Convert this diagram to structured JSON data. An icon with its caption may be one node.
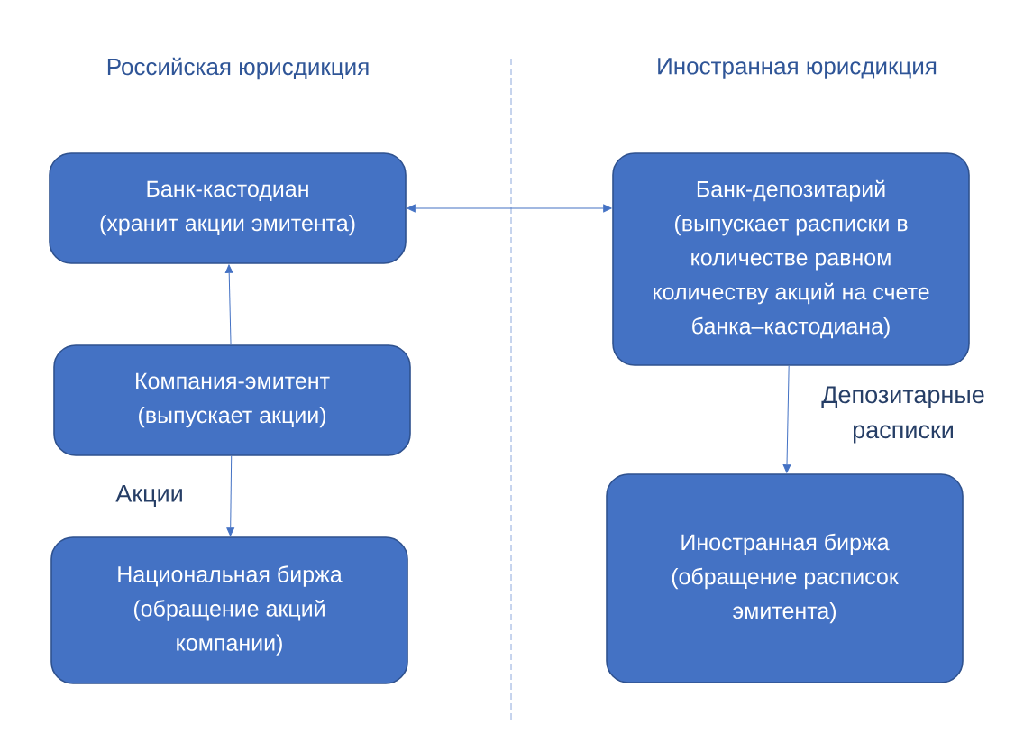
{
  "diagram": {
    "nodes": [
      {
        "text": [
          "Банк-кастодиан",
          "(хранит акции эмитента)"
        ]
      },
      {
        "text": [
          "Банк-депозитарий",
          "(выпускает расписки в количестве равном количеству акций на счете банка–кастодиана)"
        ]
      },
      {
        "text": [
          "Компания-эмитент",
          "(выпускает акции)"
        ]
      },
      {
        "text": [
          "Национальная биржа",
          "(обращение акций компании)"
        ]
      },
      {
        "text": [
          "Иностранная биржа",
          "(обращение расписок эмитента)"
        ]
      }
    ],
    "edges": [
      {
        "from": 0,
        "to": 1,
        "arrow": "both"
      },
      {
        "from": 2,
        "to": 0,
        "arrow": "to"
      },
      {
        "from": 2,
        "to": 3,
        "arrow": "to",
        "label": "Акции"
      },
      {
        "from": 1,
        "to": 4,
        "arrow": "to",
        "label": "Депозитарные расписки"
      }
    ],
    "labels": [
      "Российская юрисдикция",
      "Иностранная юрисдикция"
    ]
  }
}
